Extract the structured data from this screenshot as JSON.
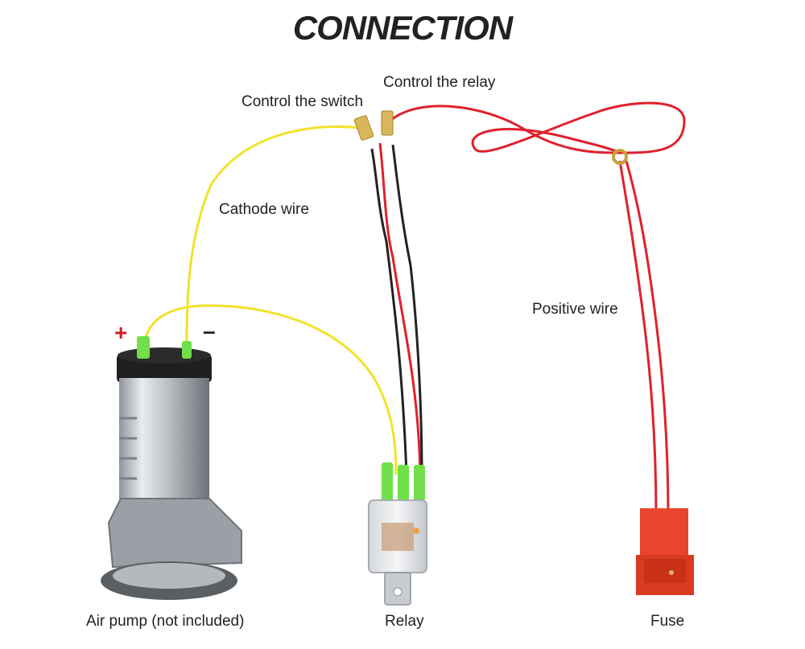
{
  "title": "CONNECTION",
  "labels": {
    "control_switch": "Control the switch",
    "control_relay": "Control the relay",
    "cathode_wire": "Cathode wire",
    "positive_wire": "Positive wire",
    "plus_sign": "+",
    "minus_sign": "–",
    "air_pump": "Air pump (not included)",
    "relay": "Relay",
    "fuse": "Fuse"
  },
  "colors": {
    "yellow_wire": "#f2e22a",
    "red_wire": "#e0202c",
    "black_wire": "#222222",
    "plus": "#d81e28",
    "connector_green": "#6fe04a",
    "fuse_body": "#e8452c",
    "text": "#222222"
  }
}
